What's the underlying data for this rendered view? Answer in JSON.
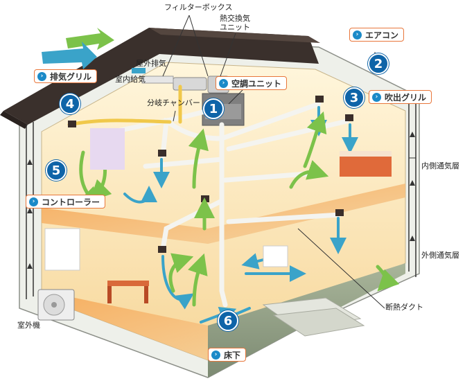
{
  "labels": {
    "filter_box": "フィルターボックス",
    "heat_exchange_line1": "熱交換気",
    "heat_exchange_line2": "ユニット",
    "outdoor_exhaust": "屋外排気",
    "indoor_supply": "室内給気",
    "branch_chamber": "分岐チャンバー",
    "inner_air_layer": "内側通気層",
    "outer_air_layer": "外側通気層",
    "insulated_duct": "断熱ダクト",
    "outdoor_unit": "室外機"
  },
  "callouts": [
    {
      "number": "1",
      "label": "空調ユニット"
    },
    {
      "number": "2",
      "label": "エアコン"
    },
    {
      "number": "3",
      "label": "吹出グリル"
    },
    {
      "number": "4",
      "label": "排気グリル"
    },
    {
      "number": "5",
      "label": "コントローラー"
    },
    {
      "number": "6",
      "label": "床下"
    }
  ],
  "callout_glyph": "›",
  "colors": {
    "accent_orange": "#e8763a",
    "number_blue": "#0e64a8",
    "arrow_green": "#7cc24a",
    "arrow_blue": "#3aa3c9",
    "roof": "#3a302c",
    "duct": "#f4f4f0",
    "floor": "#f08a3a"
  }
}
